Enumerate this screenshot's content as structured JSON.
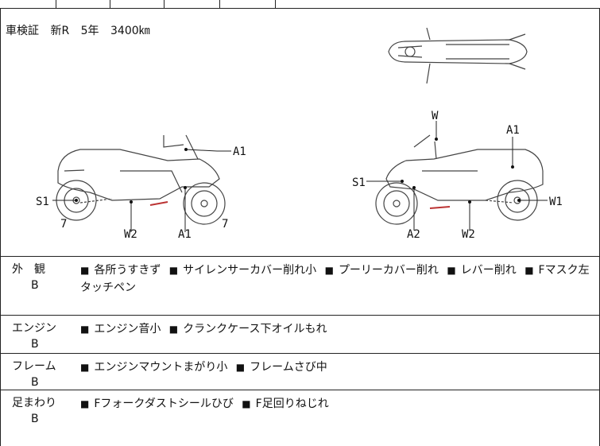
{
  "registration": {
    "label": "車検証",
    "type": "新R",
    "years": "5年",
    "distance": "3400㎞"
  },
  "callouts": {
    "left": {
      "a1_top": "A1",
      "s1": "S1",
      "seven_left": "7",
      "w2": "W2",
      "a1_bottom": "A1",
      "seven_right": "7"
    },
    "right": {
      "w": "W",
      "a1": "A1",
      "s1": "S1",
      "w1": "W1",
      "a2": "A2",
      "w2": "W2"
    }
  },
  "bullet": "■",
  "inspection": [
    {
      "category": "外　観",
      "grade": "B",
      "items": [
        "各所うすきず",
        "サイレンサーカバー削れ小",
        "プーリーカバー削れ",
        "レバー削れ",
        "Fマスク左タッチペン"
      ]
    },
    {
      "category": "エンジン",
      "grade": "B",
      "items": [
        "エンジン音小",
        "クランクケース下オイルもれ"
      ]
    },
    {
      "category": "フレーム",
      "grade": "B",
      "items": [
        "エンジンマウントまがり小",
        "フレームさび中"
      ]
    },
    {
      "category": "足まわり",
      "grade": "B",
      "items": [
        "Fフォークダストシールひび",
        "F足回りねじれ"
      ]
    }
  ]
}
